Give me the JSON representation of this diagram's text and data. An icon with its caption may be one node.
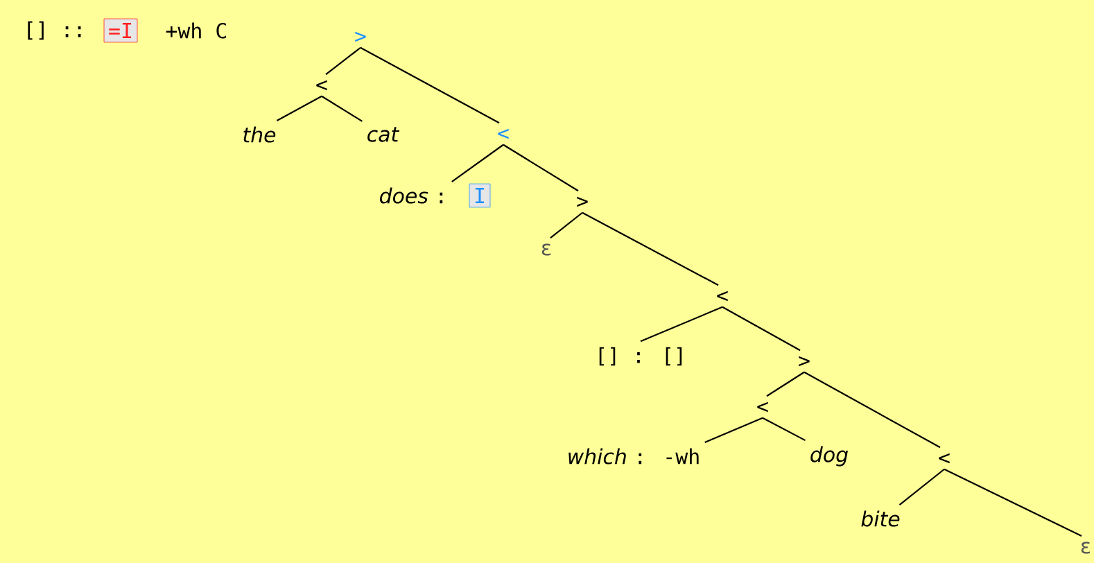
{
  "diagram": {
    "nodes": [
      {
        "text": [
          "=I"
        ]
      },
      {
        "text": [
          ">"
        ]
      },
      {
        "text": [
          "<"
        ]
      },
      {
        "text": [
          "the"
        ]
      },
      {
        "text": [
          "cat"
        ]
      },
      {
        "text": [
          "<"
        ]
      },
      {
        "text": [
          "does",
          ":"
        ]
      },
      {
        "text": [
          "I"
        ]
      },
      {
        "text": [
          ">"
        ]
      },
      {
        "text": [
          "ε"
        ]
      },
      {
        "text": [
          "<"
        ]
      },
      {
        "text": [
          "[] : []"
        ]
      },
      {
        "text": [
          ">"
        ]
      },
      {
        "text": [
          "<"
        ]
      },
      {
        "text": [
          "which",
          ": -wh"
        ]
      },
      {
        "text": [
          "dog"
        ]
      },
      {
        "text": [
          "<"
        ]
      },
      {
        "text": [
          "bite"
        ]
      },
      {
        "text": [
          "ε"
        ]
      }
    ],
    "edges": [
      {
        "from": 1,
        "to": 2,
        "arrow": "none"
      },
      {
        "from": 1,
        "to": 5,
        "arrow": "none"
      },
      {
        "from": 2,
        "to": 3,
        "arrow": "none"
      },
      {
        "from": 2,
        "to": 4,
        "arrow": "none"
      },
      {
        "from": 5,
        "to": 6,
        "arrow": "none"
      },
      {
        "from": 5,
        "to": 8,
        "arrow": "none"
      },
      {
        "from": 8,
        "to": 9,
        "arrow": "none"
      },
      {
        "from": 8,
        "to": 10,
        "arrow": "none"
      },
      {
        "from": 10,
        "to": 11,
        "arrow": "none"
      },
      {
        "from": 10,
        "to": 12,
        "arrow": "none"
      },
      {
        "from": 12,
        "to": 13,
        "arrow": "none"
      },
      {
        "from": 12,
        "to": 16,
        "arrow": "none"
      },
      {
        "from": 13,
        "to": 14,
        "arrow": "none"
      },
      {
        "from": 13,
        "to": 15,
        "arrow": "none"
      },
      {
        "from": 16,
        "to": 17,
        "arrow": "none"
      },
      {
        "from": 16,
        "to": 18,
        "arrow": "none"
      }
    ],
    "labels": [
      "[] ::",
      "+wh C"
    ]
  }
}
